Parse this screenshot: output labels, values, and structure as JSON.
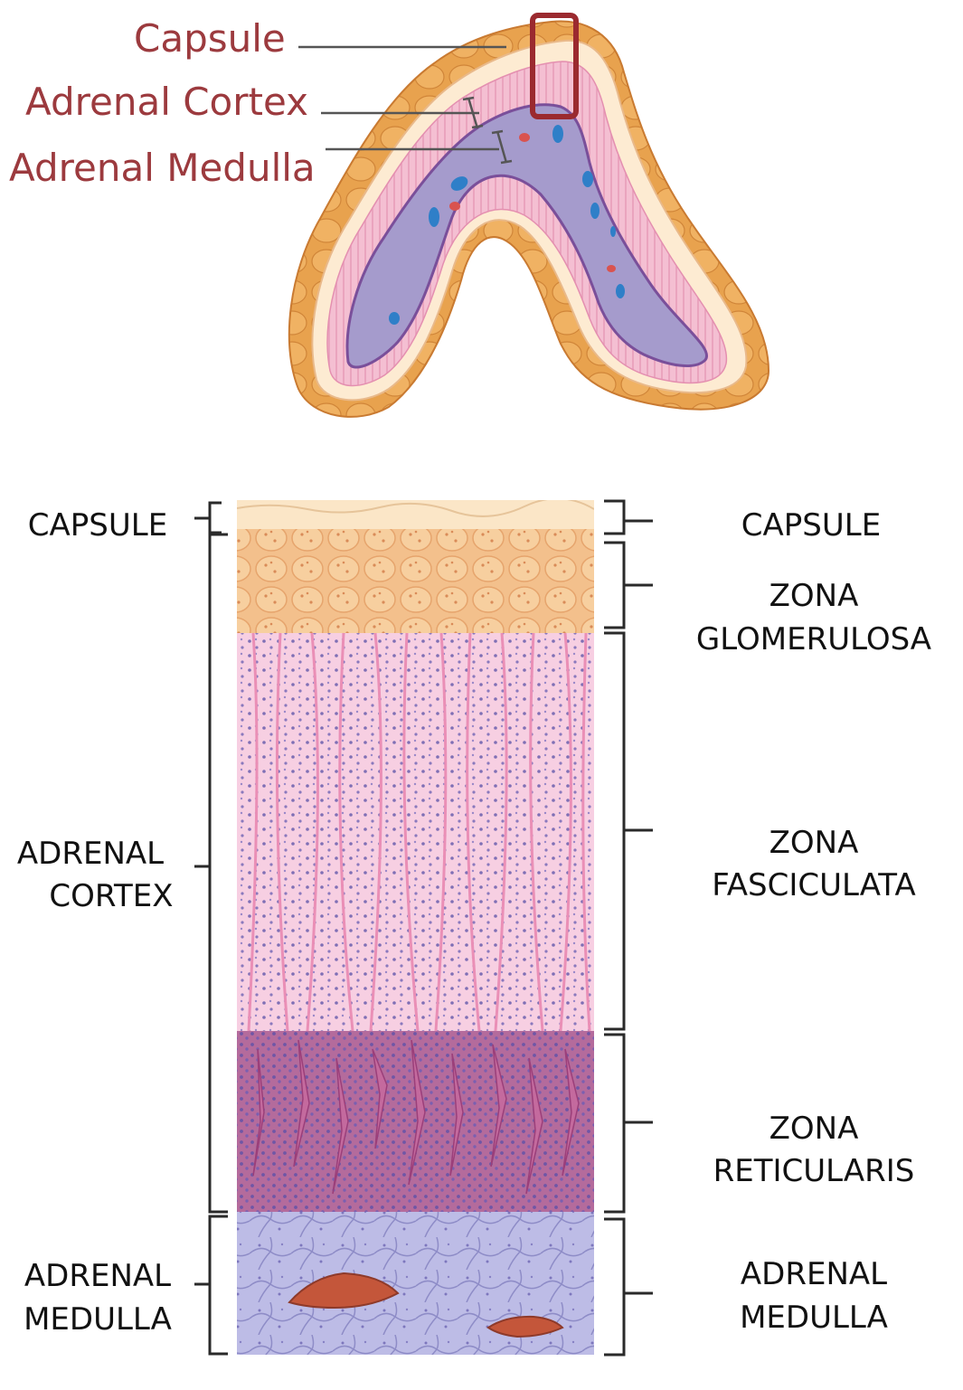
{
  "figure": {
    "top_labels": {
      "capsule": "Capsule",
      "adrenal_cortex": "Adrenal Cortex",
      "adrenal_medulla": "Adrenal Medulla"
    },
    "left_labels": {
      "capsule": [
        "CAPSULE"
      ],
      "adrenal_cortex": [
        "ADRENAL",
        "CORTEX"
      ],
      "adrenal_medulla": [
        "ADRENAL",
        "MEDULLA"
      ]
    },
    "right_labels": {
      "capsule": [
        "CAPSULE"
      ],
      "zona_glomerulosa": [
        "ZONA",
        "GLOMERULOSA"
      ],
      "zona_fasciculata": [
        "ZONA",
        "FASCICULATA"
      ],
      "zona_reticularis": [
        "ZONA",
        "RETICULARIS"
      ],
      "adrenal_medulla": [
        "ADRENAL",
        "MEDULLA"
      ]
    },
    "colors": {
      "top_label": "#9c3a3e",
      "side_label": "#111111",
      "fat": "#e7a14e",
      "capsule_layer": "#fbe3c3",
      "cortex_pink": "#f2b5d0",
      "medulla_purple": "#9a8fc4",
      "vessel_blue": "#2f7fc8",
      "vessel_red": "#d9534f",
      "highlight_box": "#9b2a2f",
      "glomerulosa": "#f5c48f",
      "fasciculata": "#f6c9de",
      "reticularis": "#b26a9a",
      "medulla_tissue": "#b7b6e4"
    }
  }
}
